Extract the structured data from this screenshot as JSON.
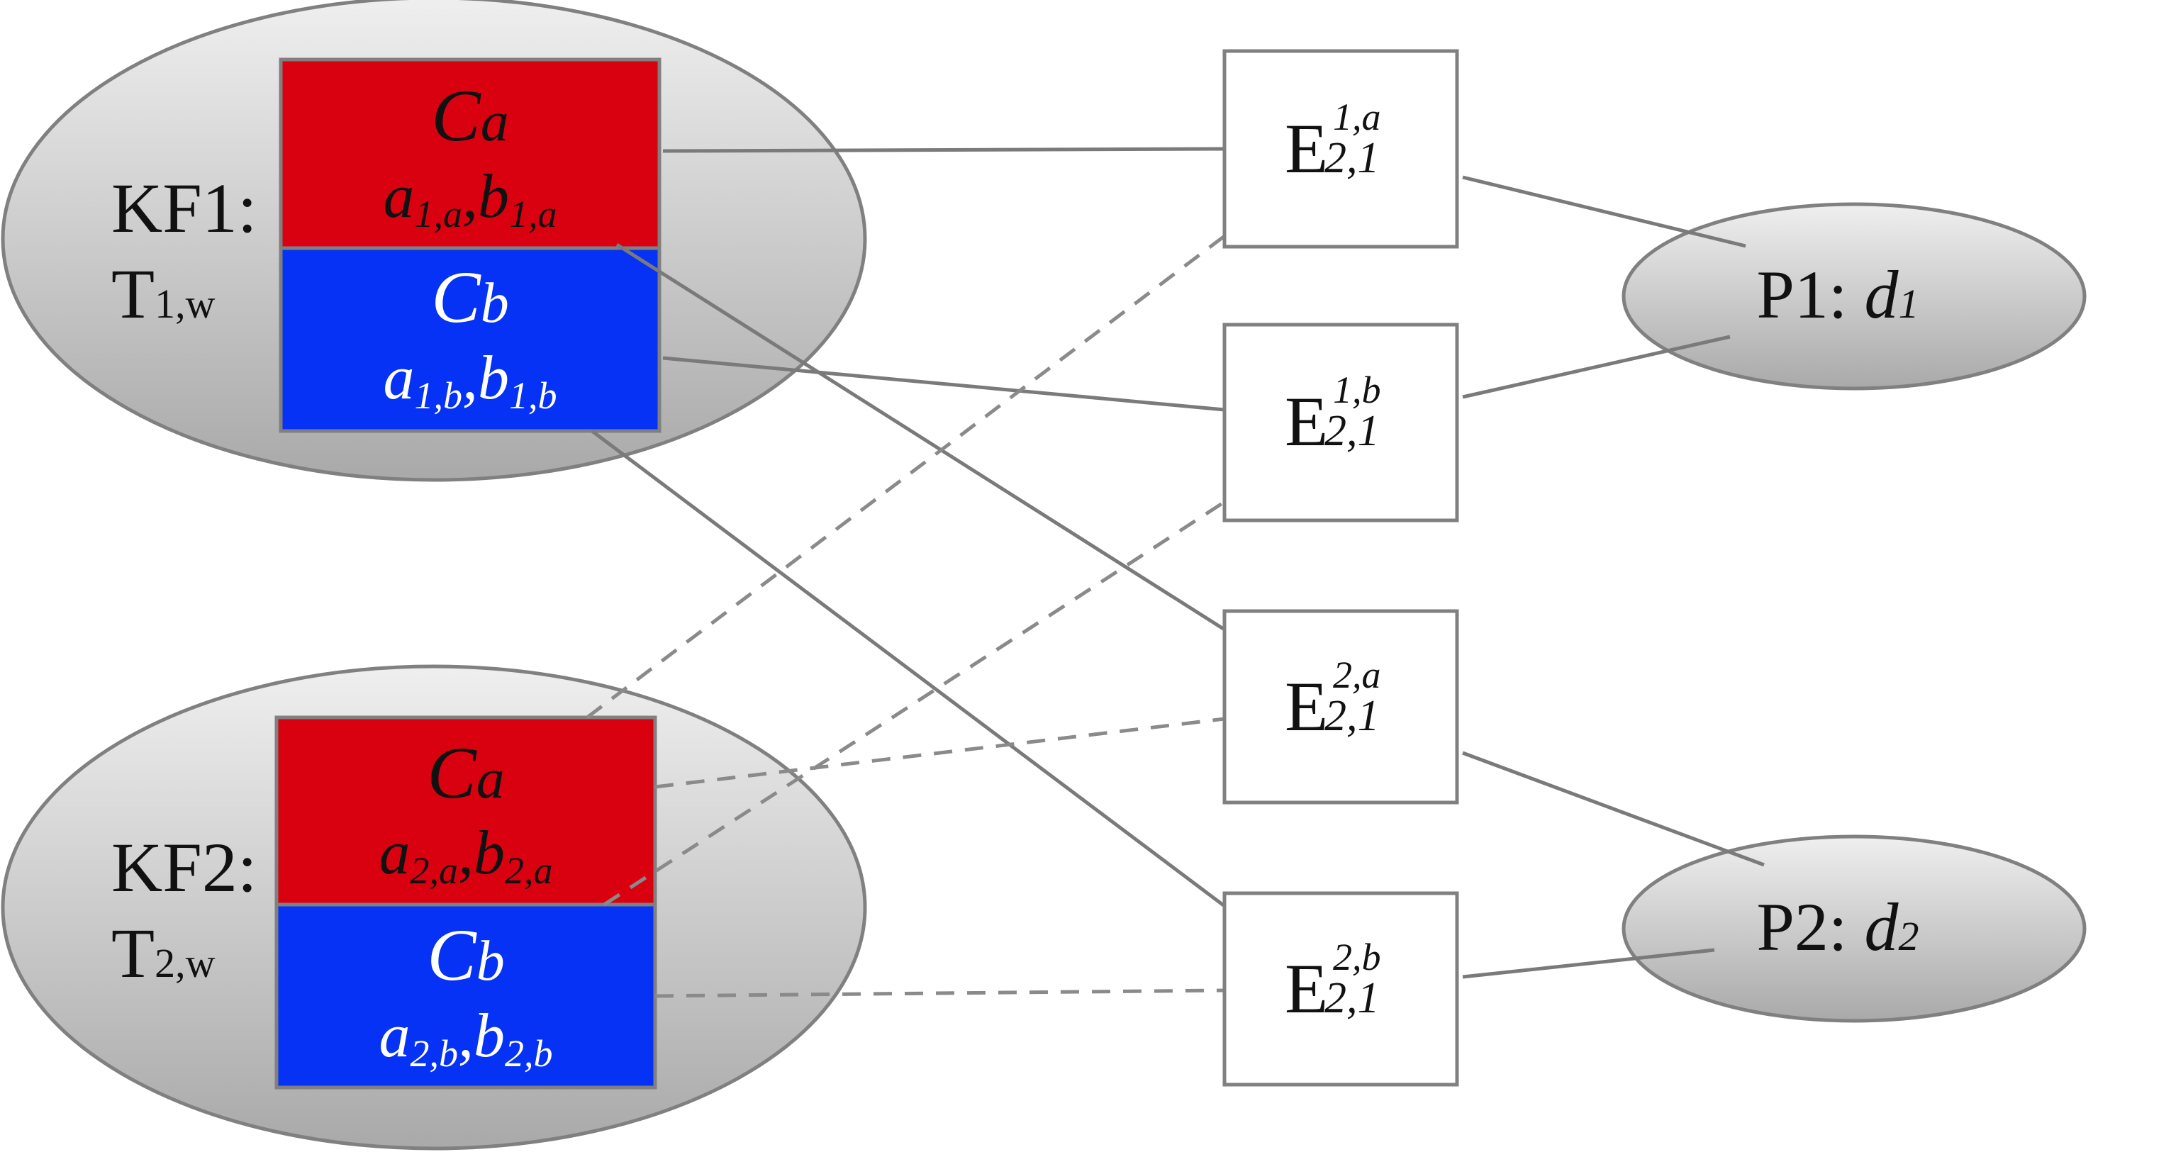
{
  "colors": {
    "ellipse_light": "#efefef",
    "ellipse_dark": "#a9a9a9",
    "outline": "#808080",
    "camera_a_fill": "#d90010",
    "camera_b_fill": "#0532f5",
    "edge_solid": "#7a7a7a",
    "edge_dashed": "#8a8a8a",
    "text_dark": "#111111",
    "text_light": "#ffffff"
  },
  "keyframes": [
    {
      "label": "KF1:",
      "pose_main": "T",
      "pose_sub": "1,w",
      "camera_a": {
        "name_main": "C",
        "name_sub": "a",
        "params": "a",
        "params_sub1": "1,a",
        "params_sep": ",b",
        "params_sub2": "1,a"
      },
      "camera_b": {
        "name_main": "C",
        "name_sub": "b",
        "params": "a",
        "params_sub1": "1,b",
        "params_sep": ",b",
        "params_sub2": "1,b"
      }
    },
    {
      "label": "KF2:",
      "pose_main": "T",
      "pose_sub": "2,w",
      "camera_a": {
        "name_main": "C",
        "name_sub": "a",
        "params": "a",
        "params_sub1": "2,a",
        "params_sep": ",b",
        "params_sub2": "2,a"
      },
      "camera_b": {
        "name_main": "C",
        "name_sub": "b",
        "params": "a",
        "params_sub1": "2,b",
        "params_sep": ",b",
        "params_sub2": "2,b"
      }
    }
  ],
  "edges": [
    {
      "id": "e1a",
      "main": "E",
      "sup": "1,a",
      "sub": "2,1"
    },
    {
      "id": "e1b",
      "main": "E",
      "sup": "1,b",
      "sub": "2,1"
    },
    {
      "id": "e2a",
      "main": "E",
      "sup": "2,a",
      "sub": "2,1"
    },
    {
      "id": "e2b",
      "main": "E",
      "sup": "2,b",
      "sub": "2,1"
    }
  ],
  "points": [
    {
      "label": "P1: ",
      "var": "d",
      "var_sub": "1"
    },
    {
      "label": "P2: ",
      "var": "d",
      "var_sub": "2"
    }
  ]
}
